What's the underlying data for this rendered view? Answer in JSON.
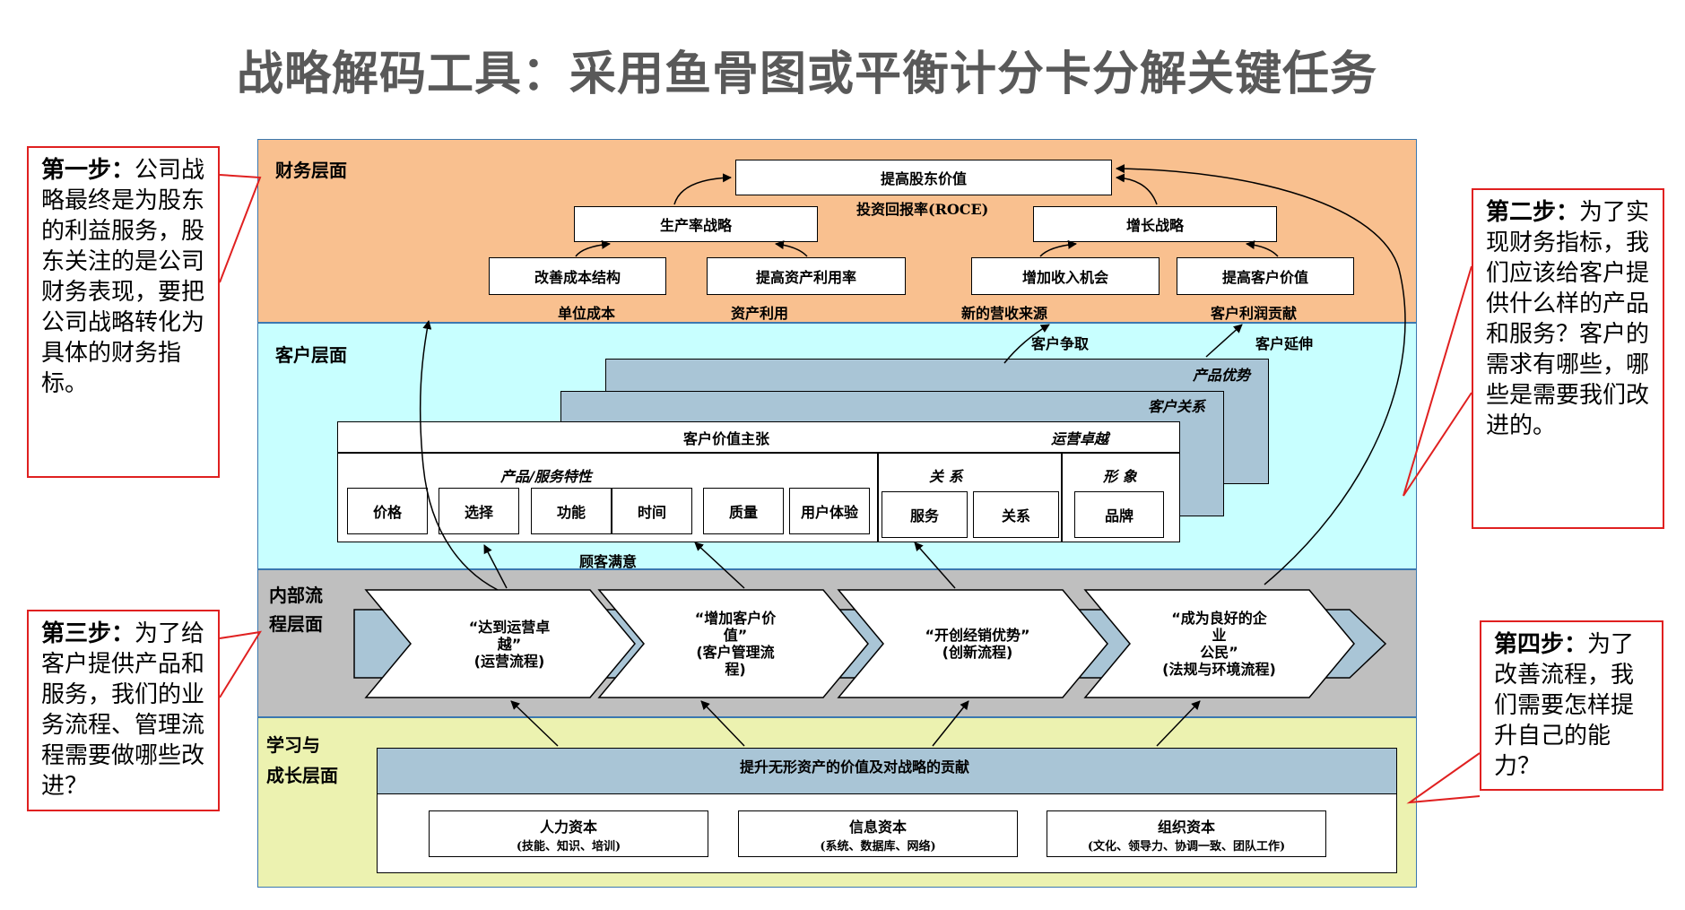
{
  "title": "战略解码工具：采用鱼骨图或平衡计分卡分解关键任务",
  "layers": {
    "finance": "财务层面",
    "customer": "客户层面",
    "internal": [
      "内部流",
      "程层面"
    ],
    "learning": [
      "学习与",
      "成长层面"
    ]
  },
  "finance": {
    "top_goal": "提高股东价值",
    "roce": "投资回报率(ROCE)",
    "productivity": "生产率战略",
    "growth": "增长战略",
    "cost": "改善成本结构",
    "asset": "提高资产利用率",
    "revenue": "增加收入机会",
    "cust_value": "提高客户价值",
    "unit_cost": "单位成本",
    "asset_use": "资产利用",
    "new_revenue": "新的营收来源",
    "profit": "客户利润贡献"
  },
  "customer": {
    "acquire": "客户争取",
    "extend": "客户延伸",
    "product_lead": "产品优势",
    "cust_rel": "客户关系",
    "value_prop": "客户价值主张",
    "op_excel": "运营卓越",
    "prod_attr": "产品/服务特性",
    "relation": "关 系",
    "image": "形 象",
    "items": [
      "价格",
      "选择",
      "功能",
      "时间",
      "质量",
      "用户体验",
      "服务",
      "关系",
      "品牌"
    ],
    "satisfaction": "顾客满意"
  },
  "internal": {
    "chevrons": [
      [
        "“达到运营卓",
        "越”",
        "(运营流程)"
      ],
      [
        "“增加客户价",
        "值”",
        "(客户管理流",
        "程)"
      ],
      [
        "“开创经销优势”",
        "(创新流程)"
      ],
      [
        "“成为良好的企",
        "业",
        "公民”",
        "(法规与环境流程)"
      ]
    ]
  },
  "learning": {
    "bar": "提升无形资产的价值及对战略的贡献",
    "capitals": [
      {
        "name": "人力资本",
        "detail": "(技能、知识、培训)"
      },
      {
        "name": "信息资本",
        "detail": "(系统、数据库、网络)"
      },
      {
        "name": "组织资本",
        "detail": "(文化、领导力、协调一致、团队工作)"
      }
    ]
  },
  "notes": {
    "step1": {
      "head": "第一步：",
      "text": "公司战略最终是为股东的利益服务，股东关注的是公司财务表现，要把公司战略转化为具体的财务指标。"
    },
    "step2": {
      "head": "第二步：",
      "text": "为了实现财务指标，我们应该给客户提供什么样的产品和服务？客户的需求有哪些，哪些是需要我们改进的。"
    },
    "step3": {
      "head": "第三步：",
      "text": "为了给客户提供产品和服务，我们的业务流程、管理流程需要做哪些改进？"
    },
    "step4": {
      "head": "第四步：",
      "text": "为了改善流程，我们需要怎样提升自己的能力？"
    }
  },
  "colors": {
    "finance": "#f9c08f",
    "customer": "#c8ffff",
    "internal": "#bfbfbf",
    "learning": "#ecf2b0",
    "stack": "#a9c5d6",
    "border_red": "#e02020"
  }
}
